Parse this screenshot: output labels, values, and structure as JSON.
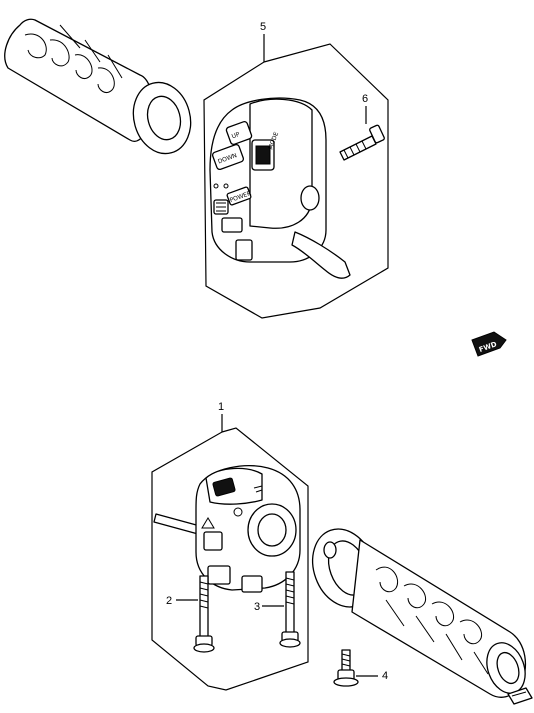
{
  "callouts": {
    "p1": "1",
    "p2": "2",
    "p3": "3",
    "p4": "4",
    "p5": "5",
    "p6": "6"
  },
  "direction_badge": "FWD",
  "switch_labels": {
    "up": "UP",
    "down": "DOWN",
    "power": "POWER",
    "mode": "MODE"
  }
}
